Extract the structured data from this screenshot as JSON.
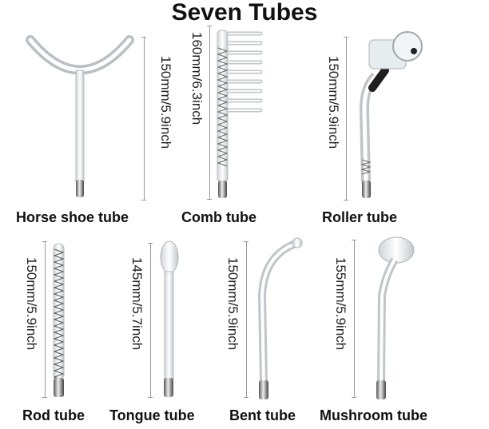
{
  "title": "Seven Tubes",
  "tubes": [
    {
      "name": "Horse shoe tube",
      "measure": "150mm/5.9inch"
    },
    {
      "name": "Comb tube",
      "measure": "160mm/6.3inch"
    },
    {
      "name": "Roller tube",
      "measure": "150mm/5.9inch"
    },
    {
      "name": "Rod tube",
      "measure": "150mm/5.9inch"
    },
    {
      "name": "Tongue tube",
      "measure": "145mm/5.7inch"
    },
    {
      "name": "Bent tube",
      "measure": "150mm/5.9inch"
    },
    {
      "name": "Mushroom tube",
      "measure": "155mm/5.9inch"
    }
  ]
}
